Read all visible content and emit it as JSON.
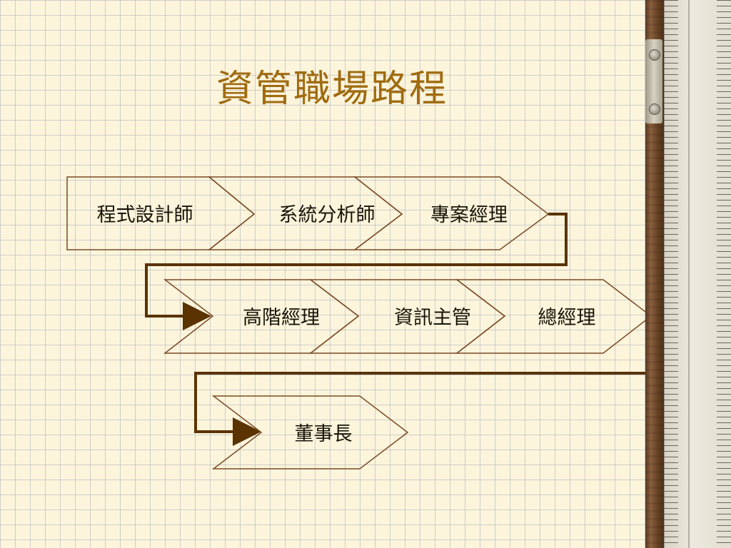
{
  "title": "資管職場路程",
  "steps": [
    {
      "label": "程式設計師"
    },
    {
      "label": "系統分析師"
    },
    {
      "label": "專案經理"
    },
    {
      "label": "高階經理"
    },
    {
      "label": "資訊主管"
    },
    {
      "label": "總經理"
    },
    {
      "label": "董事長"
    }
  ],
  "colors": {
    "title": "#a06b10",
    "chevron_stroke": "#7a4a25",
    "connector": "#5a3300",
    "background": "#fcf5dc"
  }
}
